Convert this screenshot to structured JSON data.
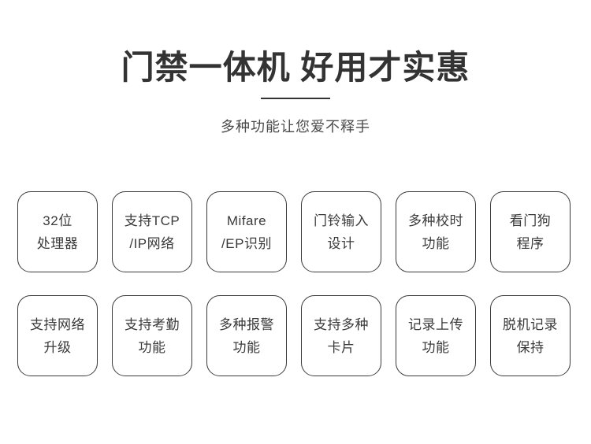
{
  "header": {
    "title": "门禁一体机 好用才实惠",
    "subtitle": "多种功能让您爱不释手",
    "divider_color": "#333333",
    "title_color": "#333333",
    "subtitle_color": "#4a4a4a"
  },
  "features": {
    "card_border_color": "#3b3b3b",
    "card_text_color": "#3a3a3a",
    "rows": [
      {
        "cards": [
          {
            "line1": "32位",
            "line2": "处理器"
          },
          {
            "line1": "支持TCP",
            "line2": "/IP网络"
          },
          {
            "line1": "Mifare",
            "line2": "/EP识别"
          },
          {
            "line1": "门铃输入",
            "line2": "设计"
          },
          {
            "line1": "多种校时",
            "line2": "功能"
          },
          {
            "line1": "看门狗",
            "line2": "程序"
          }
        ]
      },
      {
        "cards": [
          {
            "line1": "支持网络",
            "line2": "升级"
          },
          {
            "line1": "支持考勤",
            "line2": "功能"
          },
          {
            "line1": "多种报警",
            "line2": "功能"
          },
          {
            "line1": "支持多种",
            "line2": "卡片"
          },
          {
            "line1": "记录上传",
            "line2": "功能"
          },
          {
            "line1": "脱机记录",
            "line2": "保持"
          }
        ]
      }
    ]
  }
}
